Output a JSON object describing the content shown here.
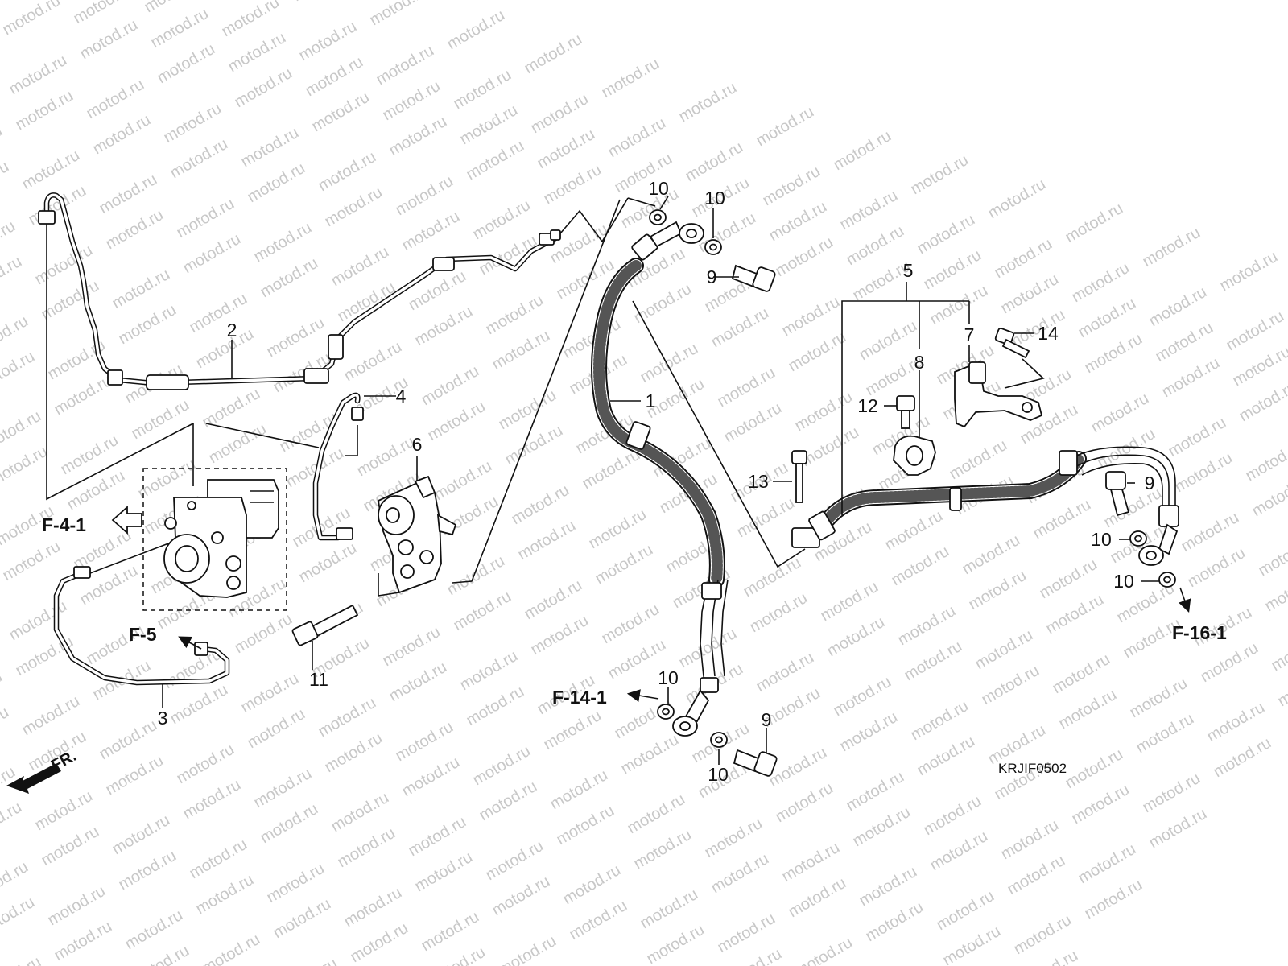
{
  "watermark": "motod.ru",
  "diagram_code": "KRJIF0502",
  "front_indicator": "FR.",
  "callouts": {
    "p1": "1",
    "p2": "2",
    "p3": "3",
    "p4": "4",
    "p5": "5",
    "p6": "6",
    "p7": "7",
    "p8": "8",
    "p9a": "9",
    "p9b": "9",
    "p9c": "9",
    "p10a": "10",
    "p10b": "10",
    "p10c": "10",
    "p10d": "10",
    "p10e": "10",
    "p10f": "10",
    "p11": "11",
    "p12": "12",
    "p13": "13",
    "p14": "14"
  },
  "references": {
    "f41": "F-4-1",
    "f5": "F-5",
    "f141": "F-14-1",
    "f161": "F-16-1"
  }
}
